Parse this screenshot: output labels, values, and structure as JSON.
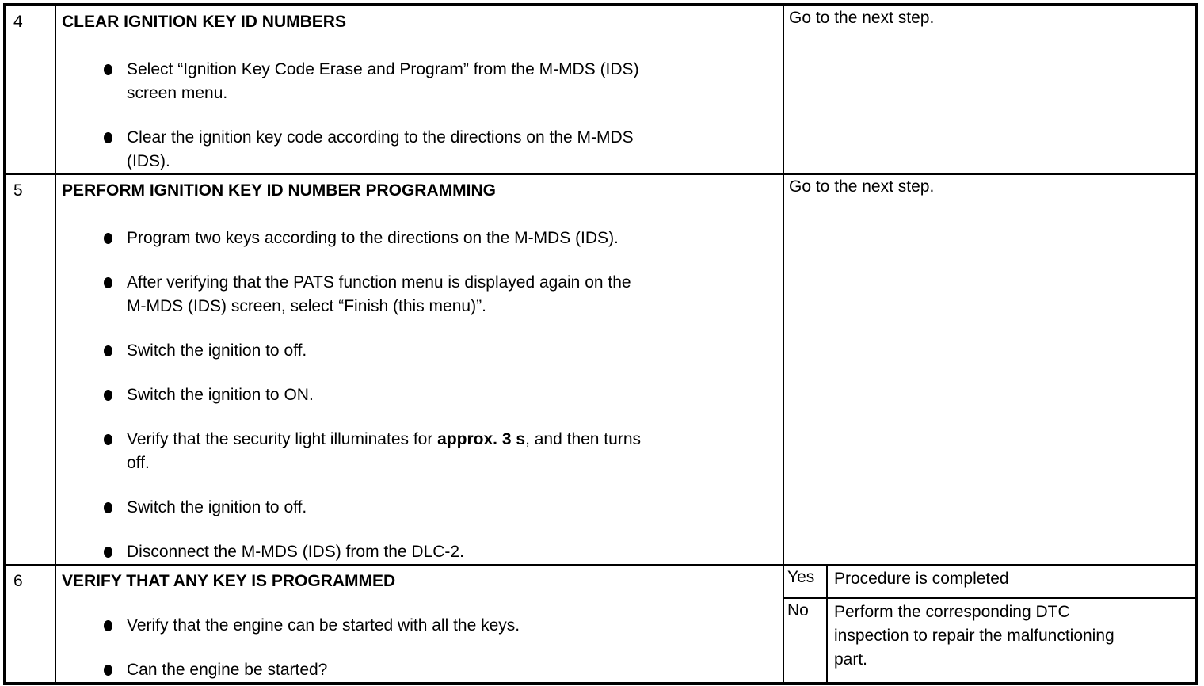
{
  "colors": {
    "background": "#ffffff",
    "border": "#000000",
    "text": "#000000"
  },
  "table": {
    "rows": [
      {
        "step": "4",
        "title": "CLEAR IGNITION KEY ID NUMBERS",
        "bullets": [
          [
            {
              "text": "Select “Ignition Key Code Erase and Program” from the M-MDS (IDS)\nscreen menu.",
              "bold": false
            }
          ],
          [
            {
              "text": "Clear the ignition key code according to the directions on the M-MDS\n(IDS).",
              "bold": false
            }
          ]
        ],
        "result": "Go to the next step."
      },
      {
        "step": "5",
        "title": "PERFORM IGNITION KEY ID NUMBER PROGRAMMING",
        "bullets": [
          [
            {
              "text": "Program two keys according to the directions on the M-MDS (IDS).",
              "bold": false
            }
          ],
          [
            {
              "text": "After verifying that the PATS function menu is displayed again on the\nM-MDS (IDS) screen, select “Finish (this menu)”.",
              "bold": false
            }
          ],
          [
            {
              "text": "Switch the ignition to off.",
              "bold": false
            }
          ],
          [
            {
              "text": "Switch the ignition to ON.",
              "bold": false
            }
          ],
          [
            {
              "text": "Verify that the security light illuminates for ",
              "bold": false
            },
            {
              "text": "approx. 3 s",
              "bold": true
            },
            {
              "text": ", and then turns\noff.",
              "bold": false
            }
          ],
          [
            {
              "text": "Switch the ignition to off.",
              "bold": false
            }
          ],
          [
            {
              "text": "Disconnect the M-MDS (IDS) from the DLC-2.",
              "bold": false
            }
          ]
        ],
        "result": "Go to the next step."
      },
      {
        "step": "6",
        "title": "VERIFY THAT ANY KEY IS PROGRAMMED",
        "bullets": [
          [
            {
              "text": "Verify that the engine can be started with all the keys.",
              "bold": false
            }
          ],
          [
            {
              "text": "Can the engine be started?",
              "bold": false
            }
          ]
        ],
        "answers": [
          {
            "label": "Yes",
            "result": "Procedure is completed"
          },
          {
            "label": "No",
            "result": "Perform the corresponding DTC\ninspection to repair the malfunctioning\npart."
          }
        ]
      }
    ]
  }
}
